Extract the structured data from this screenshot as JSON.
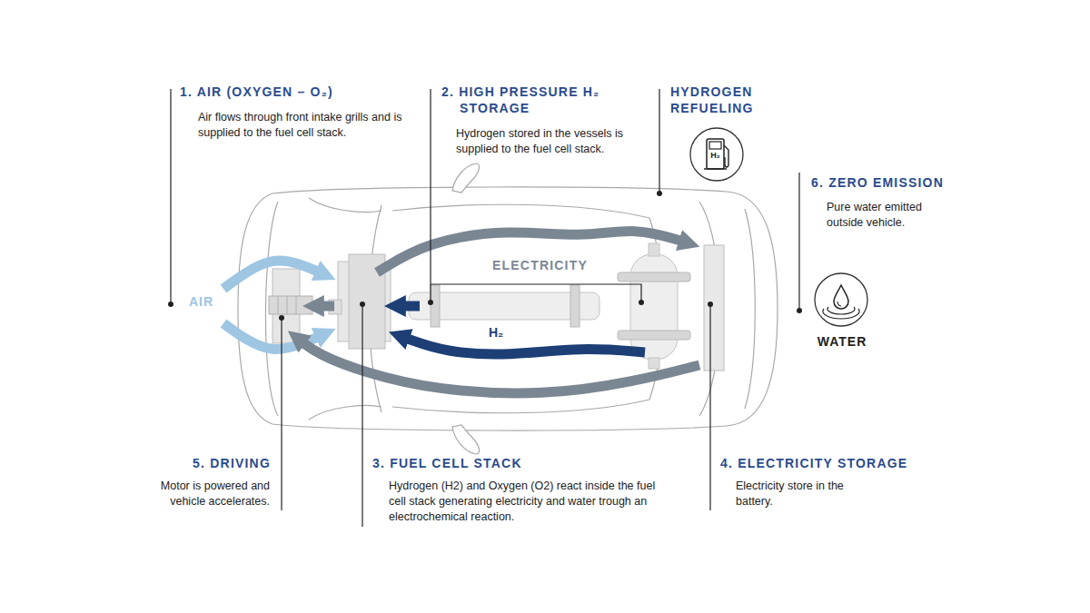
{
  "diagram": {
    "nodes": [
      {
        "text": [
          "H₂"
        ]
      },
      {
        "text": [
          "WATER"
        ]
      }
    ],
    "labels": [
      "1. AIR (OXYGEN – O₂)",
      "Air flows through front intake grills and is supplied to the fuel cell stack.",
      "2. HIGH PRESSURE H₂ STORAGE",
      "Hydrogen stored in the vessels is supplied to the fuel cell stack.",
      "HYDROGEN REFUELING",
      "6. ZERO EMISSION",
      "Pure water emitted outside vehicle.",
      "AIR",
      "ELECTRICITY",
      "H₂",
      "5. DRIVING",
      "Motor is powered and vehicle accelerates.",
      "3. FUEL CELL STACK",
      "Hydrogen (H2) and Oxygen (O2) react inside the fuel cell stack generating electricity and water trough an electrochemical reaction.",
      "4. ELECTRICITY STORAGE",
      "Electricity store in the battery."
    ]
  }
}
